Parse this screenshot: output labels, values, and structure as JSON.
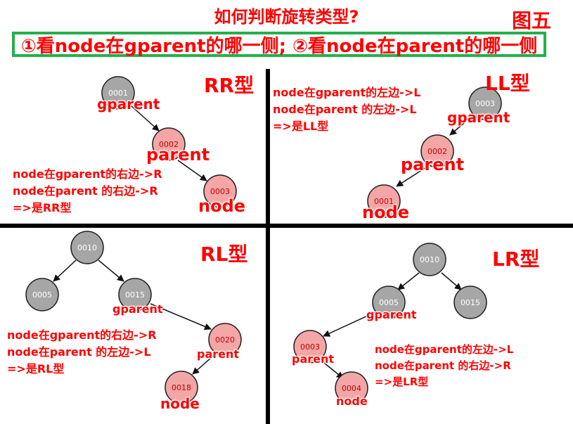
{
  "title": "如何判断旋转类型?",
  "figure_label": "图五",
  "criteria": "①看node在gparent的哪一侧; ②看node在parent的哪一侧",
  "quadrants": [
    {
      "title": "RR型",
      "rules": [
        "node在gparent的右边->R",
        "node在parent  的右边->R",
        "=>是RR型"
      ],
      "nodes": [
        "0001",
        "0002",
        "0003"
      ],
      "roles": [
        "gparent",
        "parent",
        "node"
      ]
    },
    {
      "title": "LL型",
      "rules": [
        "node在gparent的左边->L",
        "node在parent  的左边->L",
        "=>是LL型"
      ],
      "nodes": [
        "0003",
        "0002",
        "0001"
      ],
      "roles": [
        "gparent",
        "parent",
        "node"
      ]
    },
    {
      "title": "RL型",
      "rules": [
        "node在gparent的右边->R",
        "node在parent  的左边->L",
        "=>是RL型"
      ],
      "nodes": [
        "0010",
        "0005",
        "0015",
        "0020",
        "0018"
      ],
      "roles": [
        "gparent",
        "parent",
        "node"
      ]
    },
    {
      "title": "LR型",
      "rules": [
        "node在gparent的左边->L",
        "node在parent  的右边->R",
        "=>是LR型"
      ],
      "nodes": [
        "0010",
        "0005",
        "0015",
        "0003",
        "0004"
      ],
      "roles": [
        "gparent",
        "parent",
        "node"
      ]
    }
  ],
  "colors": {
    "red_node": "#f4a6a6",
    "gray_node": "#a6a6a6",
    "text_red": "#ff0000",
    "box_green": "#22b14c"
  }
}
